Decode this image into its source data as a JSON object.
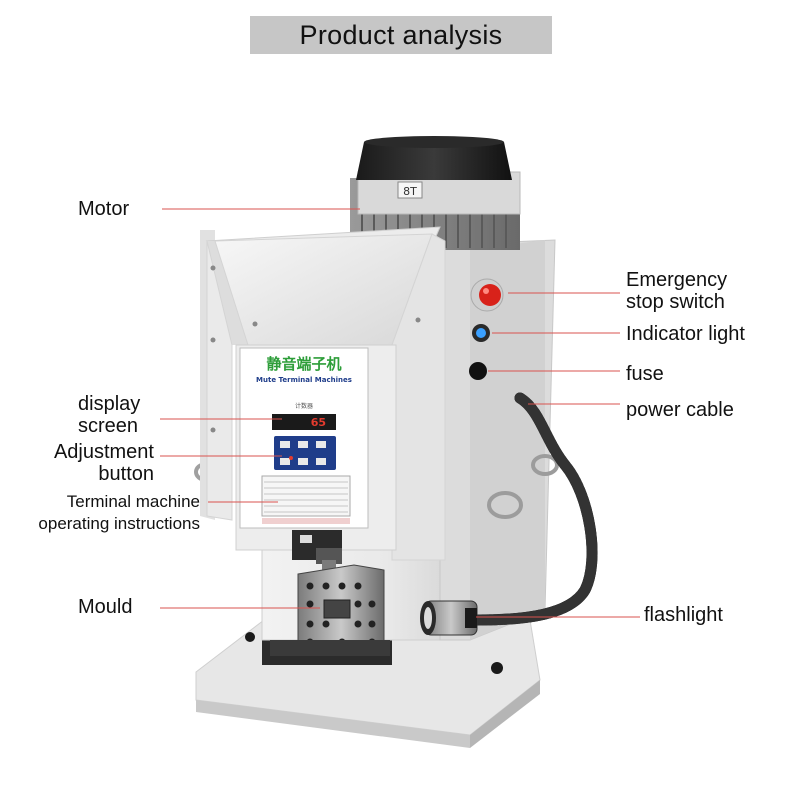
{
  "title": "Product analysis",
  "labels": {
    "motor": "Motor",
    "display_screen_1": "display",
    "display_screen_2": "screen",
    "adjustment_button_1": "Adjustment",
    "adjustment_button_2": "button",
    "instructions_1": "Terminal machine",
    "instructions_2": "operating instructions",
    "mould": "Mould",
    "emergency_stop_1": "Emergency",
    "emergency_stop_2": "stop switch",
    "indicator_light": "Indicator light",
    "fuse": "fuse",
    "power_cable": "power cable",
    "flashlight": "flashlight"
  },
  "machine": {
    "brand_cn": "静音端子机",
    "brand_en": "Mute Terminal Machines",
    "counter_label": "计数器",
    "counter_value": "65",
    "motor_tag": "8T"
  },
  "colors": {
    "banner": "#c6c6c6",
    "leader_line": "#d9534f",
    "brand_green": "#2e9e3a",
    "panel_blue": "#1f3d8a",
    "led_red": "#e23b2e",
    "stop_red": "#d8221a",
    "indicator_blue": "#3aa0ff"
  },
  "icons": [
    "emergency-stop-icon",
    "indicator-light-icon",
    "fuse-icon"
  ]
}
